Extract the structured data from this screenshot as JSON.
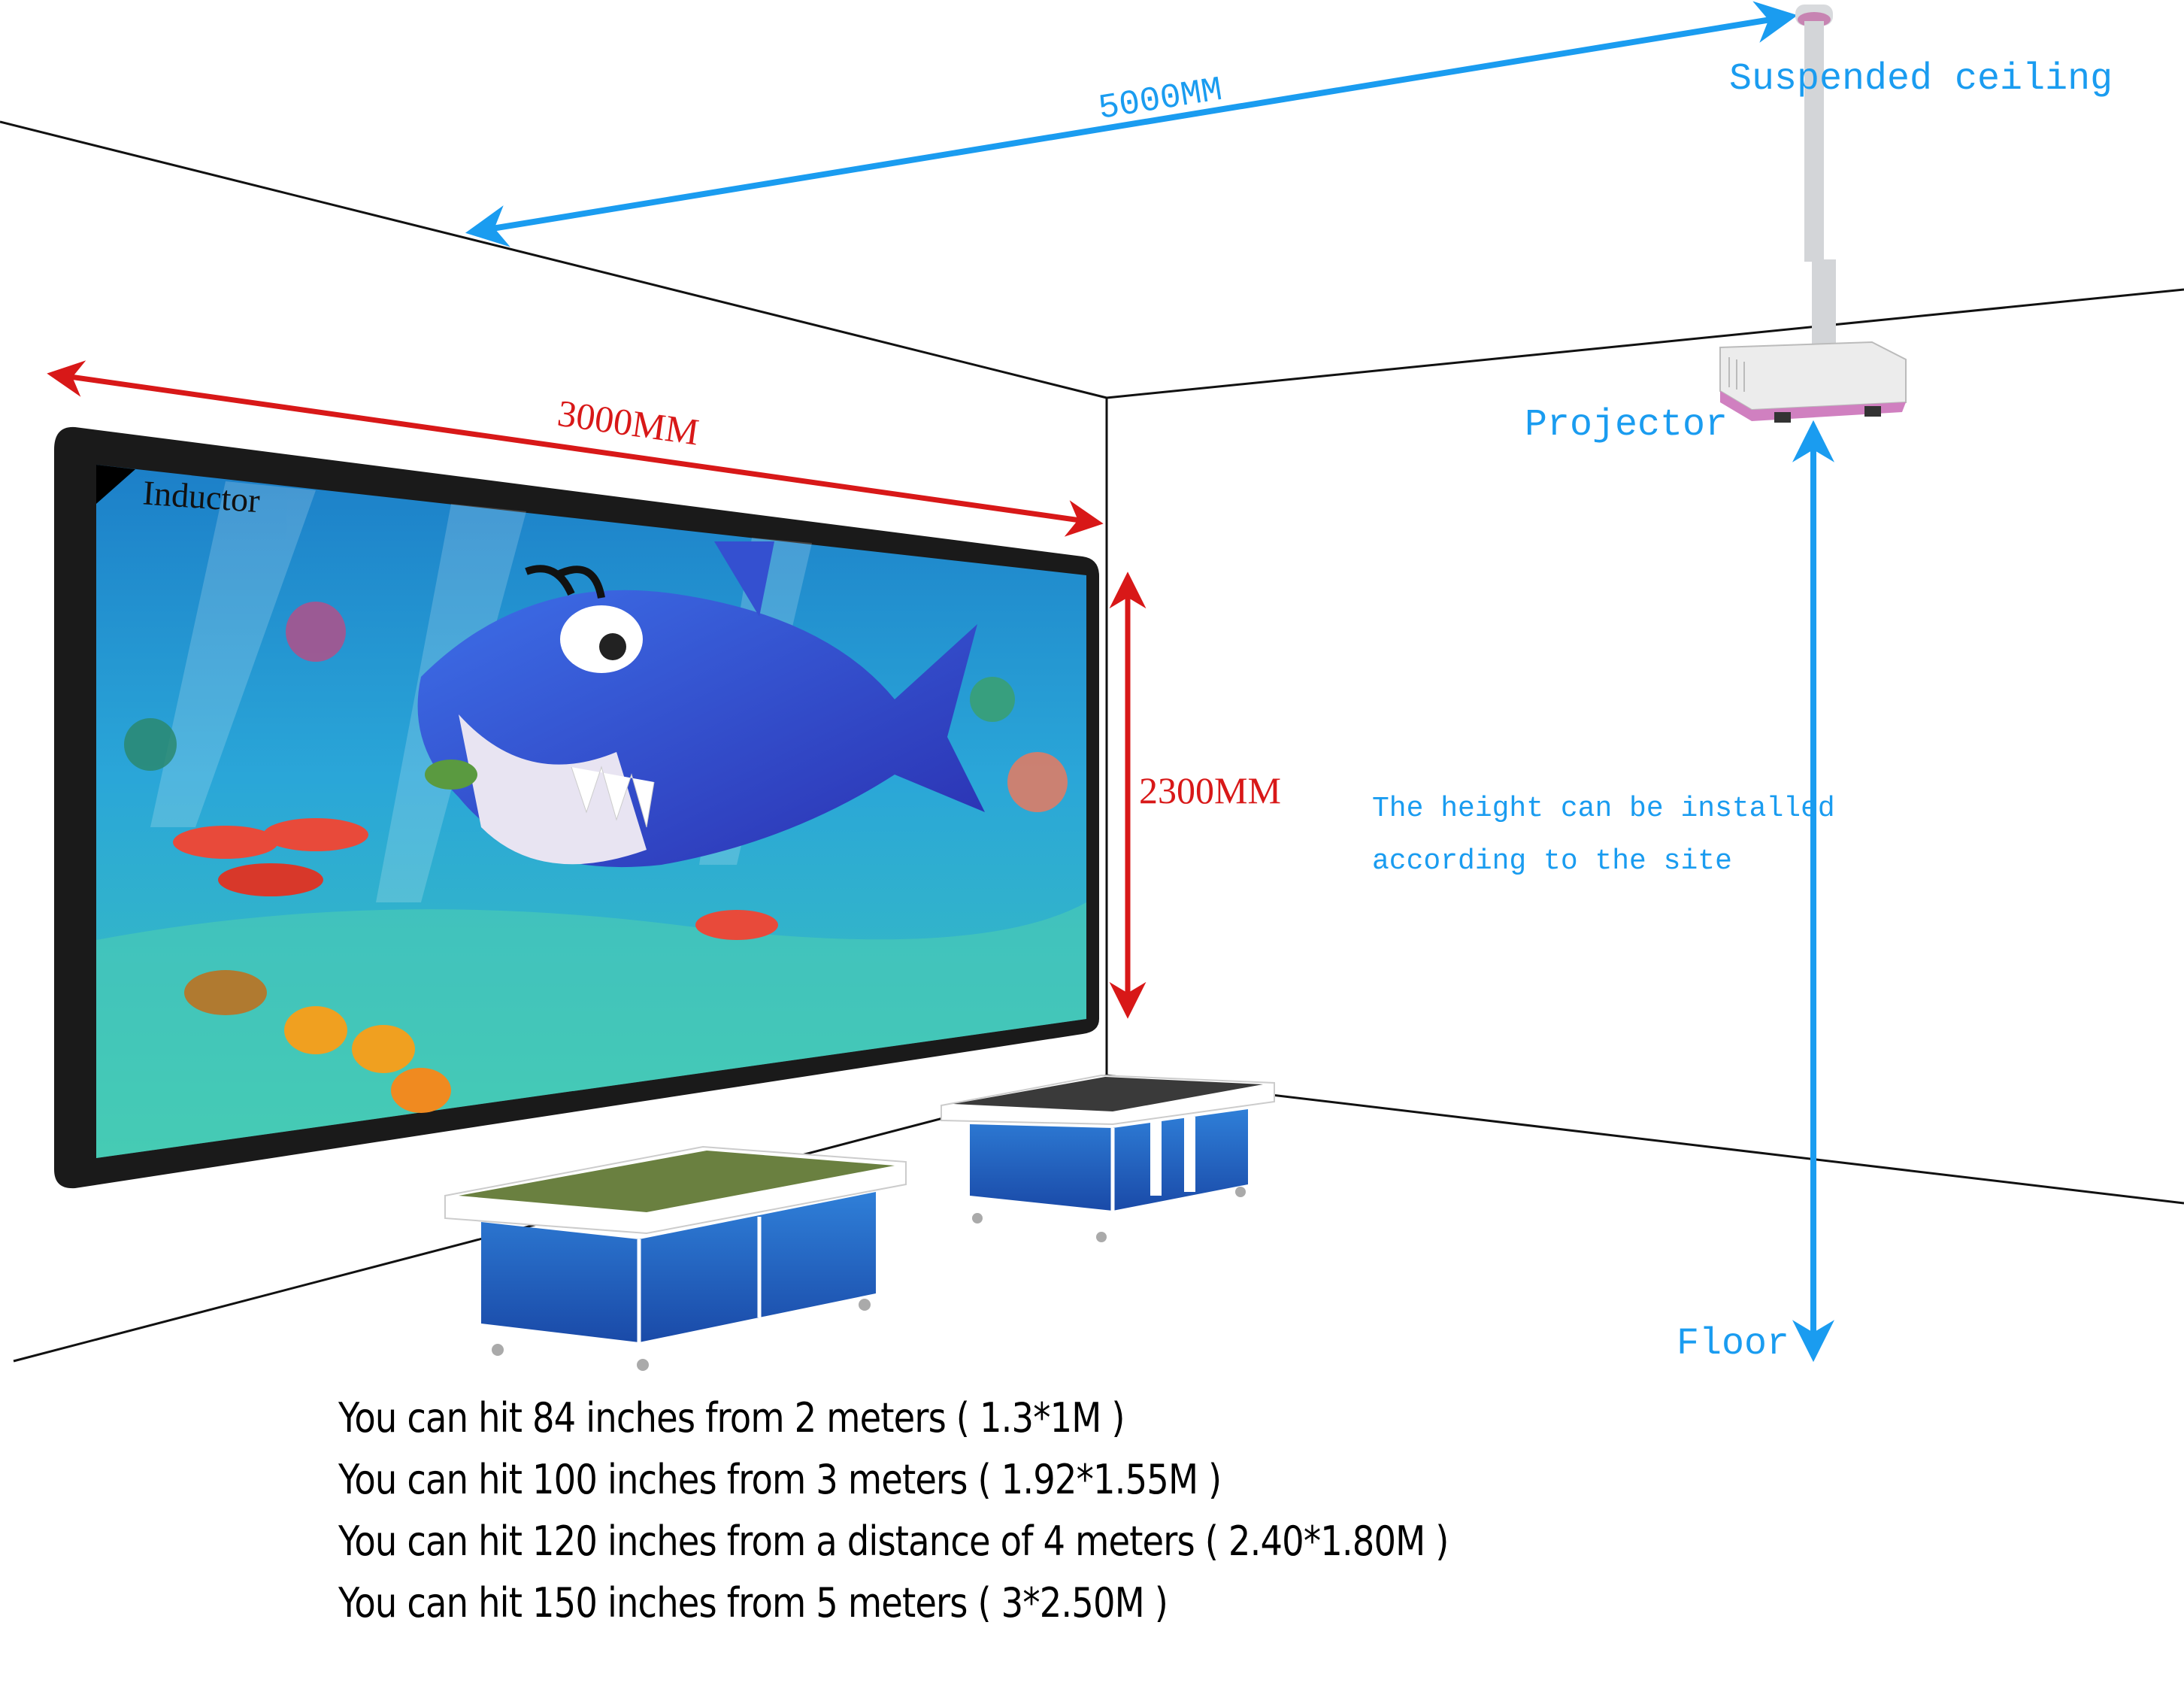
{
  "labels": {
    "ceiling_distance": "5000MM",
    "suspended_ceiling": "Suspended ceiling",
    "projector": "Projector",
    "screen_width": "3000MM",
    "screen_height": "2300MM",
    "inductor": "Inductor",
    "height_note_line1": "The height can be installed",
    "height_note_line2": "according to the site",
    "floor": "Floor"
  },
  "specs": [
    "You can hit 84 inches from 2 meters ( 1.3*1M )",
    "You can hit 100 inches from 3 meters ( 1.92*1.55M )",
    "You can hit 120 inches from a distance of 4 meters ( 2.40*1.80M )",
    "You can hit 150 inches from 5 meters ( 3*2.50M )"
  ],
  "colors": {
    "dimension_blue": "#1a9cf0",
    "dimension_red": "#d81818",
    "room_lines": "#111111"
  }
}
